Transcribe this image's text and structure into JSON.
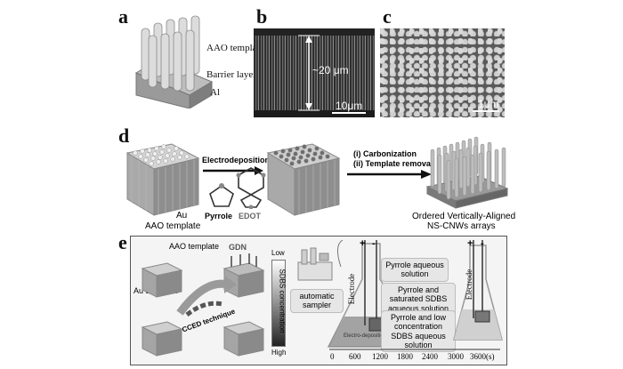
{
  "panels": {
    "a": {
      "letter": "a",
      "labels": {
        "aao_template": "AAO template",
        "barrier_layer": "Barrier layer",
        "al": "Al"
      }
    },
    "b": {
      "letter": "b",
      "thickness": "~20 μm",
      "scale": "10μm"
    },
    "c": {
      "letter": "c",
      "scale": "1μm"
    },
    "d": {
      "letter": "d",
      "step1": "Electrodeposition",
      "step2_line1": "(i) Carbonization",
      "step2_line2": "(ii) Template removal",
      "au": "Au",
      "aao_template": "AAO template",
      "pyrrole": "Pyrrole",
      "edot": "EDOT",
      "result_line1": "Ordered Vertically-Aligned",
      "result_line2": "NS-CNWs arrays"
    },
    "e": {
      "letter": "e",
      "aao_template": "AAO template",
      "au_substrate": "Au substrate",
      "gdn": "GDN",
      "cced": "CCED technique",
      "conc_low": "Low",
      "conc_high": "High",
      "conc_axis": "SDBS concentration",
      "automatic_sampler_line1": "automatic",
      "automatic_sampler_line2": "sampler",
      "bubble1": "Pyrrole aqueous solution",
      "bubble2": "Pyrrole and saturated SDBS aqueous solution",
      "bubble3": "Pyrrole and low concentration SDBS aqueous solution",
      "electrode": "Electrode",
      "electrode_plus": "+",
      "electrode_minus": "-",
      "flask_label": "Electro-deposition",
      "time_ticks": [
        "0",
        "600",
        "1200",
        "1800",
        "2400",
        "3000",
        "3600(s)"
      ]
    }
  },
  "colors": {
    "array_top": "#cfcfcf",
    "array_side": "#8c8c8c",
    "arrow": "#111111"
  }
}
